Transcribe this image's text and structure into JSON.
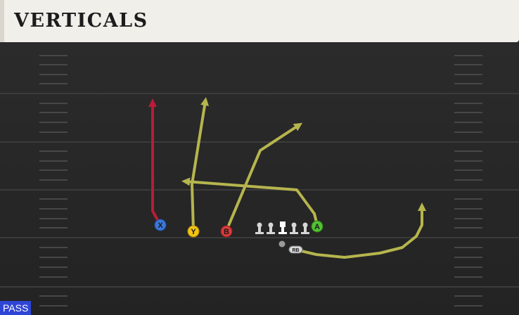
{
  "play": {
    "title": "VERTICALS",
    "formation_type": "PASS"
  },
  "players": [
    {
      "id": "x",
      "label": "X",
      "button_color": "#3a78d8",
      "route_color": "#b81c3a"
    },
    {
      "id": "y",
      "label": "Y",
      "button_color": "#f2c414",
      "route_color": "#b6b54e"
    },
    {
      "id": "b",
      "label": "B",
      "button_color": "#d93a3a",
      "route_color": "#b6b54e"
    },
    {
      "id": "a",
      "label": "A",
      "button_color": "#52c234",
      "route_color": "#b6b54e"
    },
    {
      "id": "rb",
      "label": "RB",
      "button_color": "#d8d8d8",
      "route_color": "#b6b54e"
    }
  ],
  "colors": {
    "field": "#262626",
    "yard_line": "#3b3b3b",
    "hash": "#4a4a4a",
    "lineman": "#d6d6d6",
    "center": "#ffffff"
  }
}
